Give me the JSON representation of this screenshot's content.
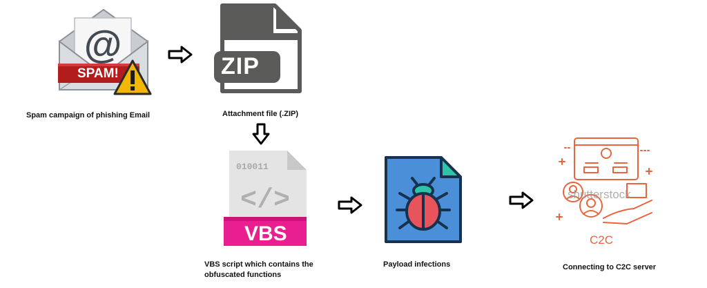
{
  "steps": [
    {
      "label": "Spam campaign of phishing Email",
      "icon": "spam-email-icon",
      "badge": "SPAM!"
    },
    {
      "label": "Attachment file (.ZIP)",
      "icon": "zip-file-icon",
      "badge": "ZIP"
    },
    {
      "label_lines": [
        "VBS script which contains the",
        "obfuscated functions"
      ],
      "icon": "vbs-file-icon",
      "badge": "VBS",
      "code": "010011"
    },
    {
      "label": "Payload infections",
      "icon": "bug-file-icon"
    },
    {
      "label": "Connecting to C2C server",
      "icon": "c2c-server-icon",
      "badge": "C2C",
      "watermark": "shutterstock"
    }
  ],
  "colors": {
    "vbs_pink": "#ea1f8f",
    "zip_gray": "#5a5a58",
    "bug_blue": "#4a8fd8",
    "bug_teal": "#2ec4a8",
    "c2c_orange": "#e8643c",
    "spam_red": "#b31c1c"
  }
}
